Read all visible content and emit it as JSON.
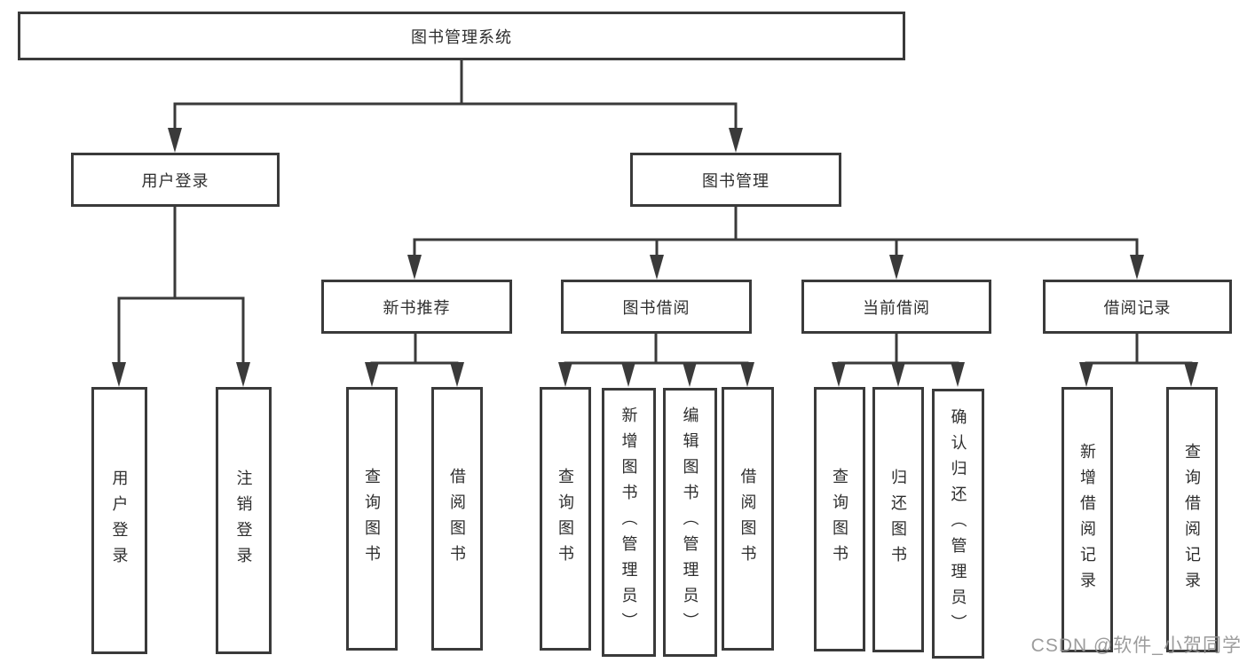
{
  "diagram": {
    "root": {
      "label": "图书管理系统",
      "children": [
        {
          "label": "用户登录",
          "children": [
            {
              "label": "用户登录"
            },
            {
              "label": "注销登录"
            }
          ]
        },
        {
          "label": "图书管理",
          "children": [
            {
              "label": "新书推荐",
              "children": [
                {
                  "label": "查询图书"
                },
                {
                  "label": "借阅图书"
                }
              ]
            },
            {
              "label": "图书借阅",
              "children": [
                {
                  "label": "查询图书"
                },
                {
                  "label": "新增图书（管理员）"
                },
                {
                  "label": "编辑图书（管理员）"
                },
                {
                  "label": "借阅图书"
                }
              ]
            },
            {
              "label": "当前借阅",
              "children": [
                {
                  "label": "查询图书"
                },
                {
                  "label": "归还图书"
                },
                {
                  "label": "确认归还（管理员）"
                }
              ]
            },
            {
              "label": "借阅记录",
              "children": [
                {
                  "label": "新增借阅记录"
                },
                {
                  "label": "查询借阅记录"
                }
              ]
            }
          ]
        }
      ]
    }
  },
  "watermark": {
    "text": "CSDN @软件_小贺同学"
  },
  "colors": {
    "line": "#3a3a3a",
    "text": "#2e2e2e",
    "background": "#ffffff",
    "watermark": "#949494"
  }
}
